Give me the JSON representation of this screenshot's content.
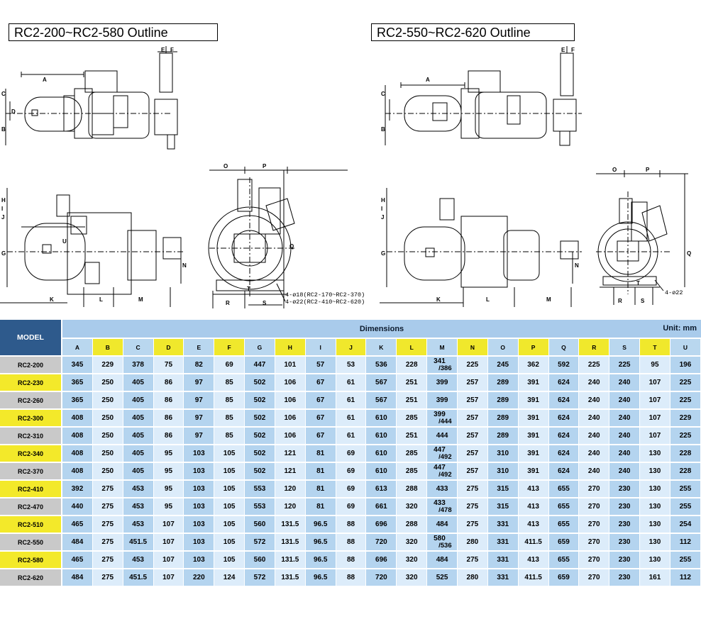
{
  "titles": {
    "left": "RC2-200~RC2-580 Outline",
    "right": "RC2-550~RC2-620 Outline"
  },
  "drawing_labels": {
    "left_top": {
      "A": "A",
      "C": "C",
      "D": "D",
      "B": "B",
      "E": "E",
      "F": "F"
    },
    "left_side": {
      "H": "H",
      "I": "I",
      "J": "J",
      "G": "G",
      "U": "U",
      "N": "N",
      "K": "K",
      "L": "L",
      "M": "M"
    },
    "left_end": {
      "O": "O",
      "P": "P",
      "Q": "Q",
      "R": "R",
      "S": "S",
      "T": "T"
    },
    "left_note_1": "4-ø18(RC2-170~RC2-370)",
    "left_note_2": "4-ø22(RC2-410~RC2-620)",
    "right_note": "4-ø22"
  },
  "table": {
    "model_header": "MODEL",
    "dims_header": "Dimensions",
    "unit_label": "Unit: mm",
    "columns": [
      "A",
      "B",
      "C",
      "D",
      "E",
      "F",
      "G",
      "H",
      "I",
      "J",
      "K",
      "L",
      "M",
      "N",
      "O",
      "P",
      "Q",
      "R",
      "S",
      "T",
      "U"
    ],
    "rows": [
      {
        "model": "RC2-200",
        "values": [
          "345",
          "229",
          "378",
          "75",
          "82",
          "69",
          "447",
          "101",
          "57",
          "53",
          "536",
          "228",
          "341/386",
          "225",
          "245",
          "362",
          "592",
          "225",
          "225",
          "95",
          "196"
        ]
      },
      {
        "model": "RC2-230",
        "values": [
          "365",
          "250",
          "405",
          "86",
          "97",
          "85",
          "502",
          "106",
          "67",
          "61",
          "567",
          "251",
          "399",
          "257",
          "289",
          "391",
          "624",
          "240",
          "240",
          "107",
          "225"
        ]
      },
      {
        "model": "RC2-260",
        "values": [
          "365",
          "250",
          "405",
          "86",
          "97",
          "85",
          "502",
          "106",
          "67",
          "61",
          "567",
          "251",
          "399",
          "257",
          "289",
          "391",
          "624",
          "240",
          "240",
          "107",
          "225"
        ]
      },
      {
        "model": "RC2-300",
        "values": [
          "408",
          "250",
          "405",
          "86",
          "97",
          "85",
          "502",
          "106",
          "67",
          "61",
          "610",
          "285",
          "399/444",
          "257",
          "289",
          "391",
          "624",
          "240",
          "240",
          "107",
          "229"
        ]
      },
      {
        "model": "RC2-310",
        "values": [
          "408",
          "250",
          "405",
          "86",
          "97",
          "85",
          "502",
          "106",
          "67",
          "61",
          "610",
          "251",
          "444",
          "257",
          "289",
          "391",
          "624",
          "240",
          "240",
          "107",
          "225"
        ]
      },
      {
        "model": "RC2-340",
        "values": [
          "408",
          "250",
          "405",
          "95",
          "103",
          "105",
          "502",
          "121",
          "81",
          "69",
          "610",
          "285",
          "447/492",
          "257",
          "310",
          "391",
          "624",
          "240",
          "240",
          "130",
          "228"
        ]
      },
      {
        "model": "RC2-370",
        "values": [
          "408",
          "250",
          "405",
          "95",
          "103",
          "105",
          "502",
          "121",
          "81",
          "69",
          "610",
          "285",
          "447/492",
          "257",
          "310",
          "391",
          "624",
          "240",
          "240",
          "130",
          "228"
        ]
      },
      {
        "model": "RC2-410",
        "values": [
          "392",
          "275",
          "453",
          "95",
          "103",
          "105",
          "553",
          "120",
          "81",
          "69",
          "613",
          "288",
          "433",
          "275",
          "315",
          "413",
          "655",
          "270",
          "230",
          "130",
          "255"
        ]
      },
      {
        "model": "RC2-470",
        "values": [
          "440",
          "275",
          "453",
          "95",
          "103",
          "105",
          "553",
          "120",
          "81",
          "69",
          "661",
          "320",
          "433/478",
          "275",
          "315",
          "413",
          "655",
          "270",
          "230",
          "130",
          "255"
        ]
      },
      {
        "model": "RC2-510",
        "values": [
          "465",
          "275",
          "453",
          "107",
          "103",
          "105",
          "560",
          "131.5",
          "96.5",
          "88",
          "696",
          "288",
          "484",
          "275",
          "331",
          "413",
          "655",
          "270",
          "230",
          "130",
          "254"
        ]
      },
      {
        "model": "RC2-550",
        "values": [
          "484",
          "275",
          "451.5",
          "107",
          "103",
          "105",
          "572",
          "131.5",
          "96.5",
          "88",
          "720",
          "320",
          "580/536",
          "280",
          "331",
          "411.5",
          "659",
          "270",
          "230",
          "130",
          "112"
        ]
      },
      {
        "model": "RC2-580",
        "values": [
          "465",
          "275",
          "453",
          "107",
          "103",
          "105",
          "560",
          "131.5",
          "96.5",
          "88",
          "696",
          "320",
          "484",
          "275",
          "331",
          "413",
          "655",
          "270",
          "230",
          "130",
          "255"
        ]
      },
      {
        "model": "RC2-620",
        "values": [
          "484",
          "275",
          "451.5",
          "107",
          "220",
          "124",
          "572",
          "131.5",
          "96.5",
          "88",
          "720",
          "320",
          "525",
          "280",
          "331",
          "411.5",
          "659",
          "270",
          "230",
          "161",
          "112"
        ]
      }
    ]
  }
}
